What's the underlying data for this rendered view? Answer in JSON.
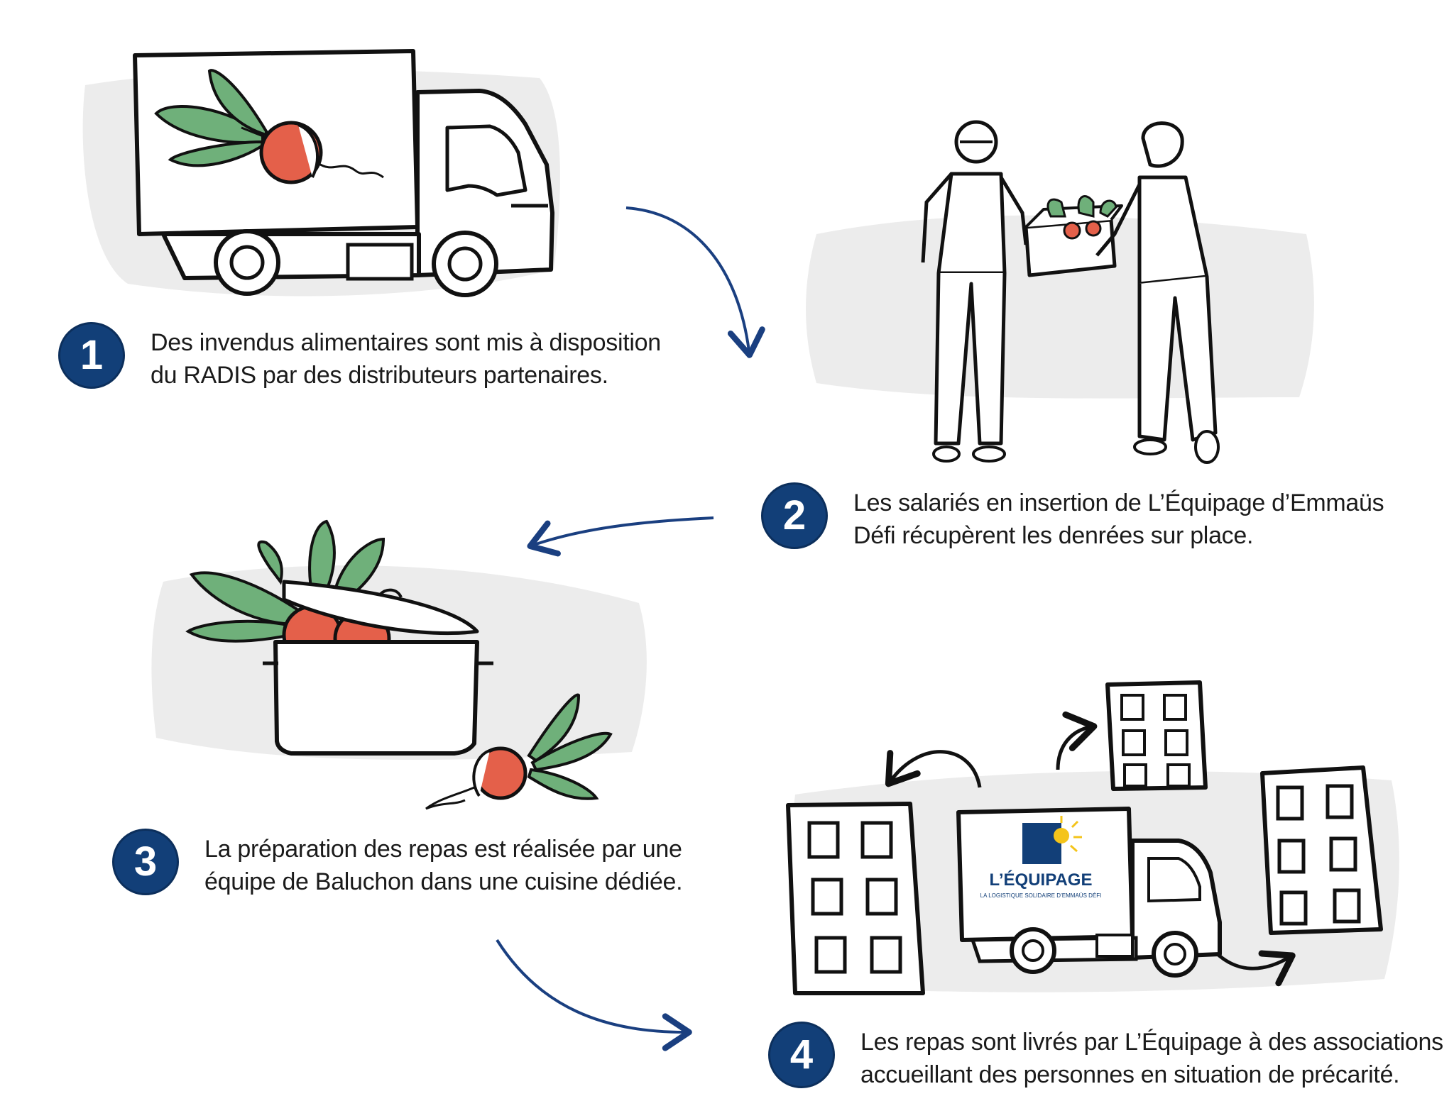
{
  "colors": {
    "navy": "#123f78",
    "arrow": "#1a3f80",
    "radish_red": "#e4604a",
    "leaf_green": "#6fb07a",
    "shadow_gray": "#ececec",
    "ink": "#111111",
    "sun_yellow": "#f4c41a"
  },
  "steps": [
    {
      "number": "1",
      "line1": "Des invendus alimentaires sont mis à disposition",
      "line2": "du RADIS par des distributeurs partenaires."
    },
    {
      "number": "2",
      "line1": "Les salariés en insertion de L’Équipage d’Emmaüs",
      "line2": "Défi récupèrent les denrées sur place."
    },
    {
      "number": "3",
      "line1": "La préparation des repas est réalisée par une",
      "line2": "équipe de Baluchon dans une cuisine dédiée."
    },
    {
      "number": "4",
      "line1": "Les repas sont livrés par L’Équipage à des associations",
      "line2": "accueillant des personnes en situation de précarité."
    }
  ],
  "truck_logo": {
    "name": "L’ÉQUIPAGE",
    "tagline": "LA LOGISTIQUE SOLIDAIRE D’EMMAÜS DÉFI"
  },
  "icons": [
    "radish-truck",
    "two-workers-with-crate",
    "cooking-pot-with-radishes",
    "delivery-truck-with-buildings",
    "flow-arrow"
  ]
}
